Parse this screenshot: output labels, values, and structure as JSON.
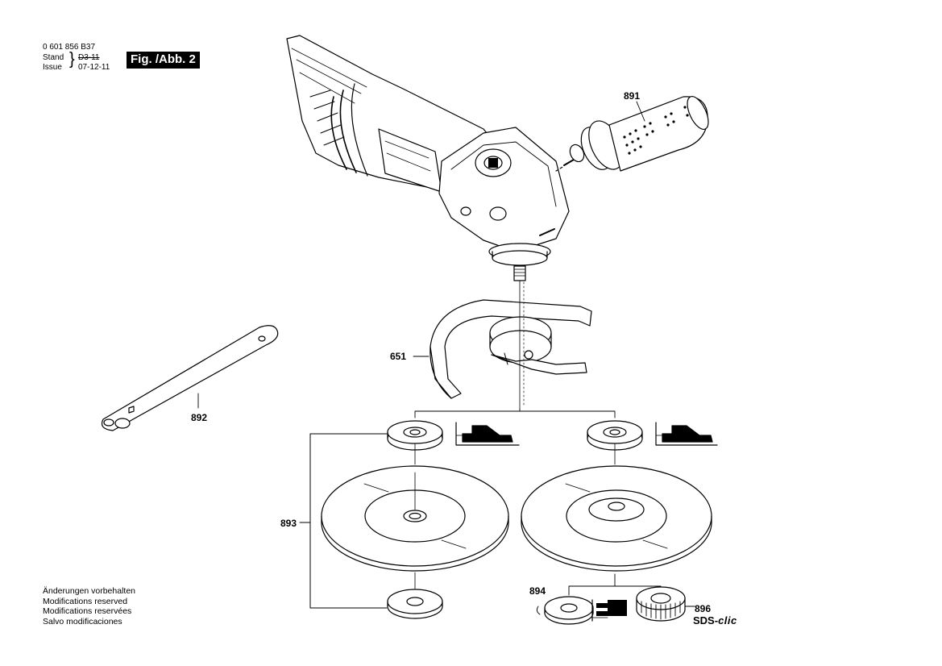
{
  "header": {
    "part_number": "0 601 856 B37",
    "stand_label": "Stand",
    "issue_label": "Issue",
    "stand_value": "D3-11",
    "issue_value": "07-12-11",
    "figure_label": "Fig. /Abb. 2"
  },
  "notes": [
    "Änderungen vorbehalten",
    "Modifications reserved",
    "Modifications reservées",
    "Salvo modificaciones"
  ],
  "parts": {
    "p891": "891",
    "p651": "651",
    "p892": "892",
    "p893": "893",
    "p894": "894",
    "p896": "896"
  },
  "sds": {
    "prefix": "SDS-",
    "suffix": "clic"
  }
}
